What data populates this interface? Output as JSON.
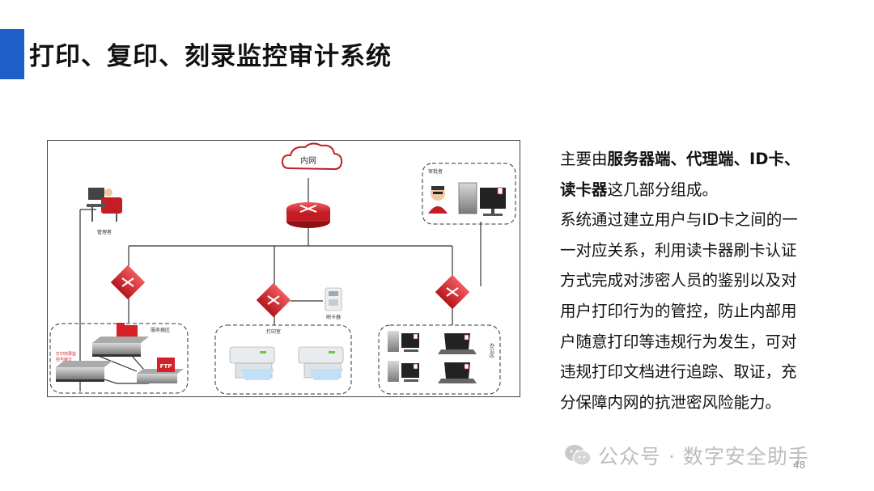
{
  "title": "打印、复印、刻录监控审计系统",
  "diagram": {
    "cloud_label": "内网",
    "auditor_label": "审批者",
    "admin_label": "管理者",
    "server_zone_label": "服务器区",
    "print_room_label": "打印室",
    "card_reader_label": "刷卡器",
    "office_label": "办公区",
    "server_annotation": [
      "打印刻录监",
      "控与审计"
    ],
    "ftp_label": "FTP",
    "accent_color": "#d42027"
  },
  "description": {
    "line1_prefix": "主要由",
    "line1_bold": "服务器端、代理端、ID卡、",
    "line2_bold": "读卡器",
    "line2_suffix": "这几部分组成。",
    "lines": [
      "系统通过建立用户与ID卡之间的一",
      "一对应关系，利用读卡器刷卡认证",
      "方式完成对涉密人员的鉴别以及对",
      "用户打印行为的管控，防止内部用",
      "户随意打印等违规行为发生，可对",
      "违规打印文档进行追踪、取证，充",
      "分保障内网的抗泄密风险能力。"
    ]
  },
  "watermark": "公众号 · 数字安全助手",
  "page_number": "48"
}
